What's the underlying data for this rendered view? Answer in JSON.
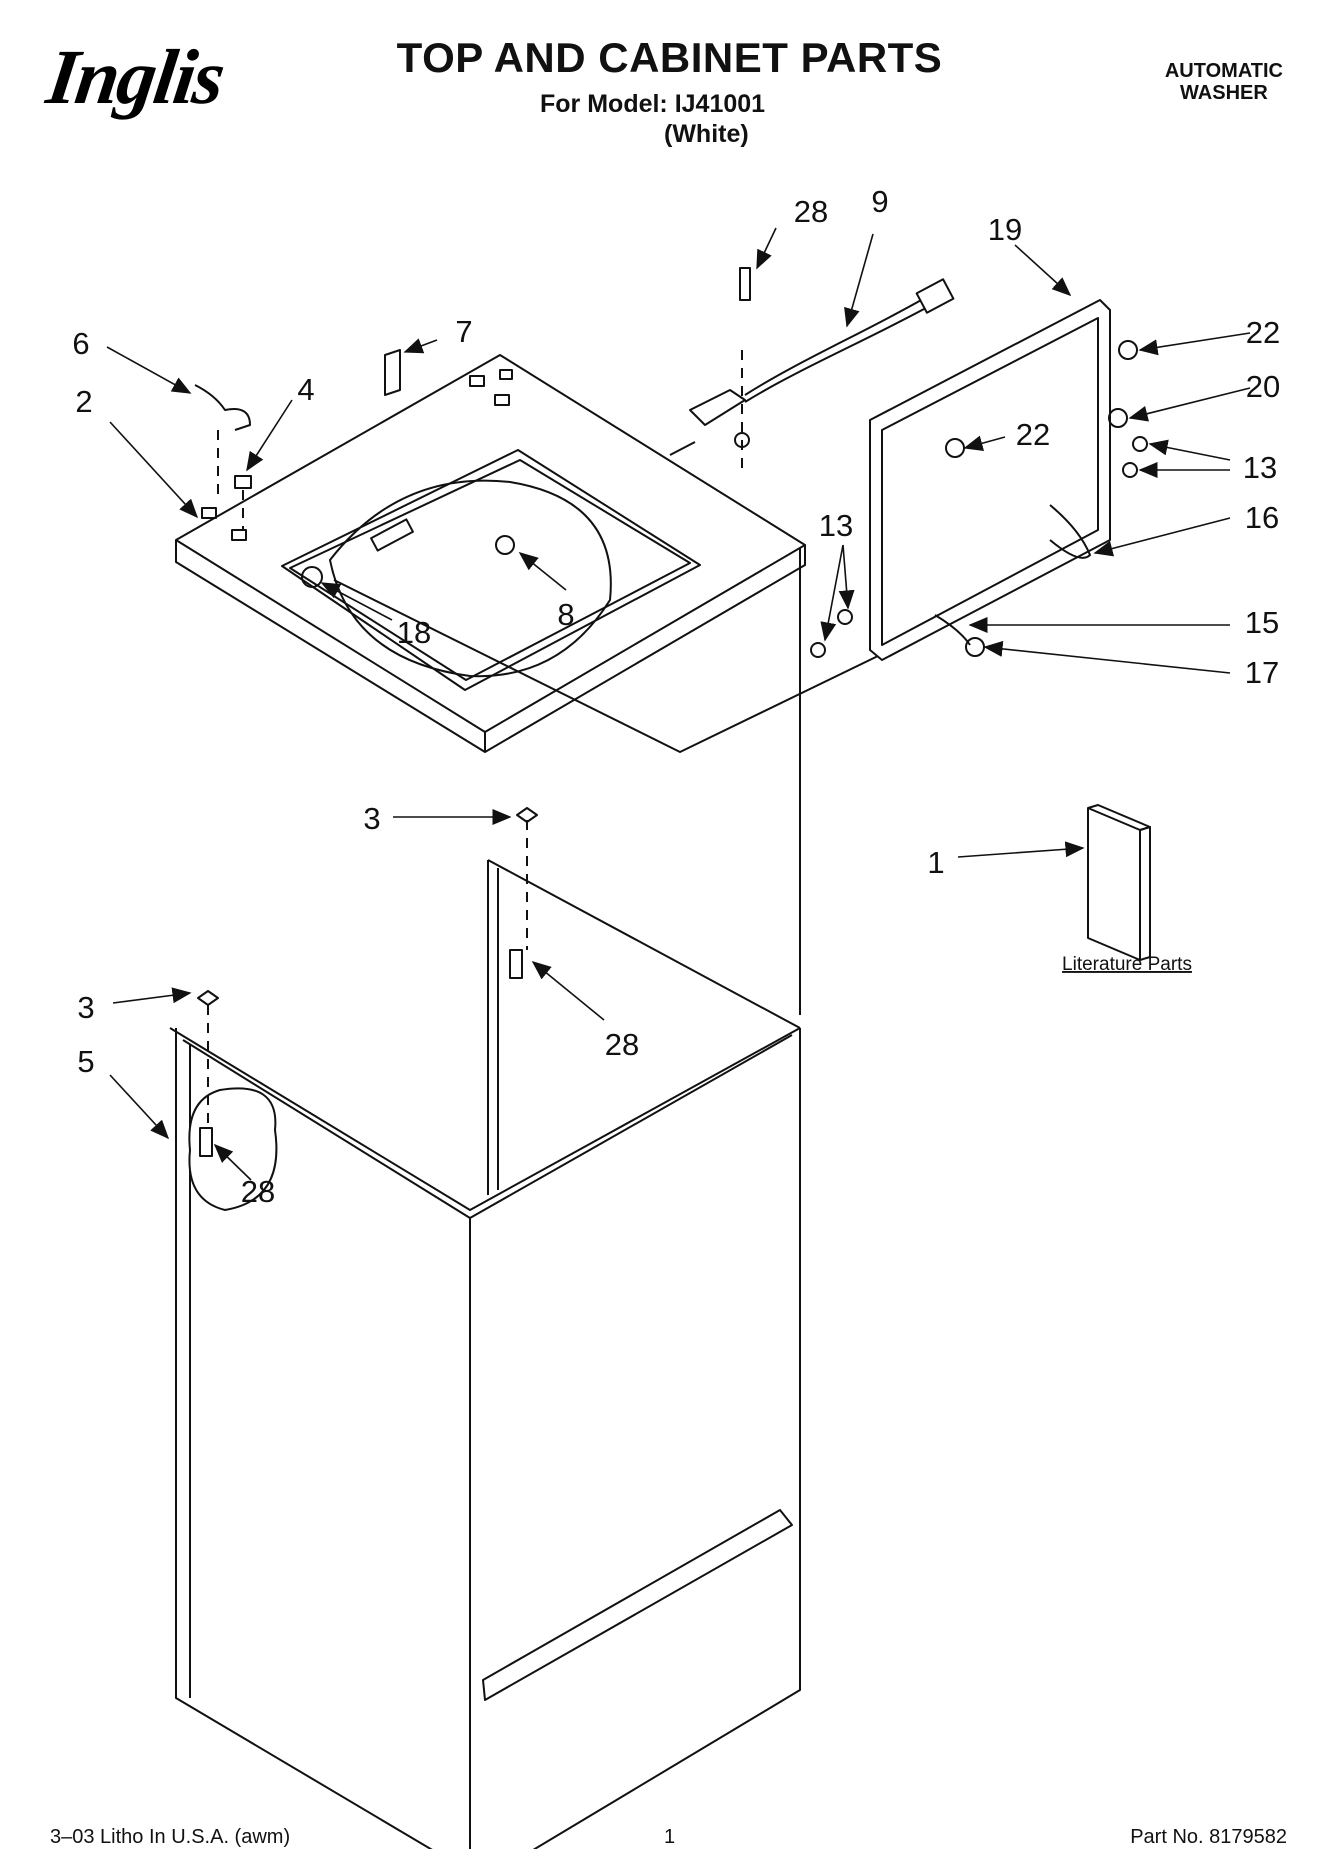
{
  "header": {
    "brand": "Inglis",
    "title": "TOP AND CABINET PARTS",
    "model_line": "For Model: IJ41001",
    "variant": "(White)",
    "product_line1": "AUTOMATIC",
    "product_line2": "WASHER"
  },
  "callouts": [
    "28",
    "9",
    "19",
    "6",
    "7",
    "4",
    "2",
    "22",
    "20",
    "22",
    "13",
    "16",
    "13",
    "15",
    "17",
    "8",
    "18",
    "3",
    "1",
    "3",
    "5",
    "28",
    "28"
  ],
  "literature_label": "Literature Parts",
  "footer": {
    "litho": "3–03 Litho In U.S.A. (awm)",
    "page": "1",
    "part_no": "Part No. 8179582"
  }
}
